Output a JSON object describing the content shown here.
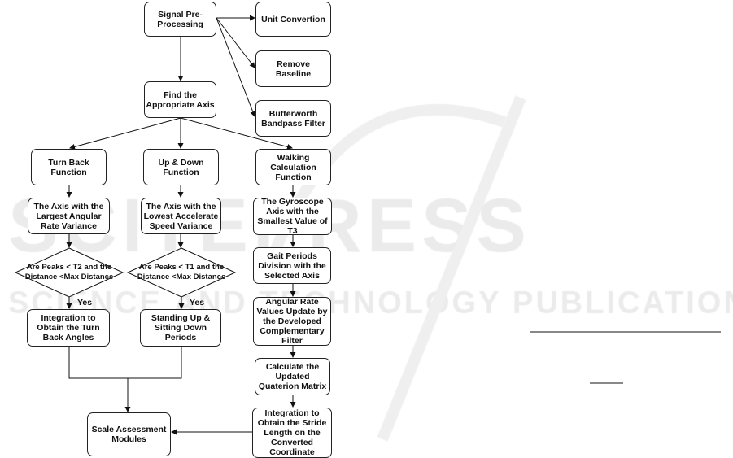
{
  "watermark": {
    "logo_text": "SCITEPRESS",
    "subtitle": "SCIENCE AND TECHNOLOGY PUBLICATIONS"
  },
  "nodes": {
    "signal": "Signal Pre-\nProcessing",
    "unit": "Unit Convertion",
    "baseline": "Remove\nBaseline",
    "butterworth": "Butterworth\nBandpass Filter",
    "find_axis": "Find the\nAppropriate Axis",
    "turn_back": "Turn Back\nFunction",
    "up_down": "Up & Down\nFunction",
    "walking": "Walking\nCalculation\nFunction",
    "largest_angular": "The Axis with the\nLargest Angular\nRate Variance",
    "lowest_accel": "The Axis with the\nLowest Accelerate\nSpeed Variance",
    "gyroscope": "The Gyroscope\nAxis with the\nSmallest Value of\nT3",
    "decision_t2": "Are Peaks < T2 and the\nDistance <Max Distance",
    "decision_t1": "Are Peaks < T1 and the\nDistance <Max Distance",
    "yes_left": "Yes",
    "yes_mid": "Yes",
    "integration_turn": "Integration to\nObtain the Turn\nBack Angles",
    "standing": "Standing Up &\nSitting Down\nPeriods",
    "gait": "Gait Periods\nDivision with the\nSelected Axis",
    "angular_update": "Angular Rate\nValues Update by\nthe Developed\nComplementary\nFilter",
    "quaternion": "Calculate the\nUpdated\nQuaterion Matrix",
    "stride": "Integration to\nObtain the Stride\nLength on the\nConverted\nCoordinate",
    "scale": "Scale Assessment\nModules"
  }
}
